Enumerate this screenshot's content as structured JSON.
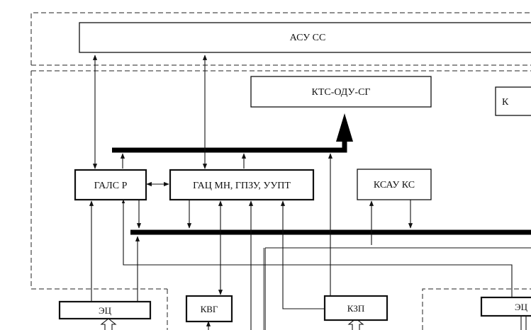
{
  "diagram": {
    "nodes": {
      "asu_ss": "АСУ СС",
      "kts_odu_sg": "КТС-ОДУ-СГ",
      "k_partial": "К",
      "gals_r": "ГАЛС Р",
      "gats": "ГАЦ МН, ГПЗУ, УУПТ",
      "ksau_ks": "КСАУ КС",
      "ets_left": "ЭЦ",
      "kvg": "КВГ",
      "kzp": "КЗП",
      "ets_right": "ЭЦ"
    }
  }
}
